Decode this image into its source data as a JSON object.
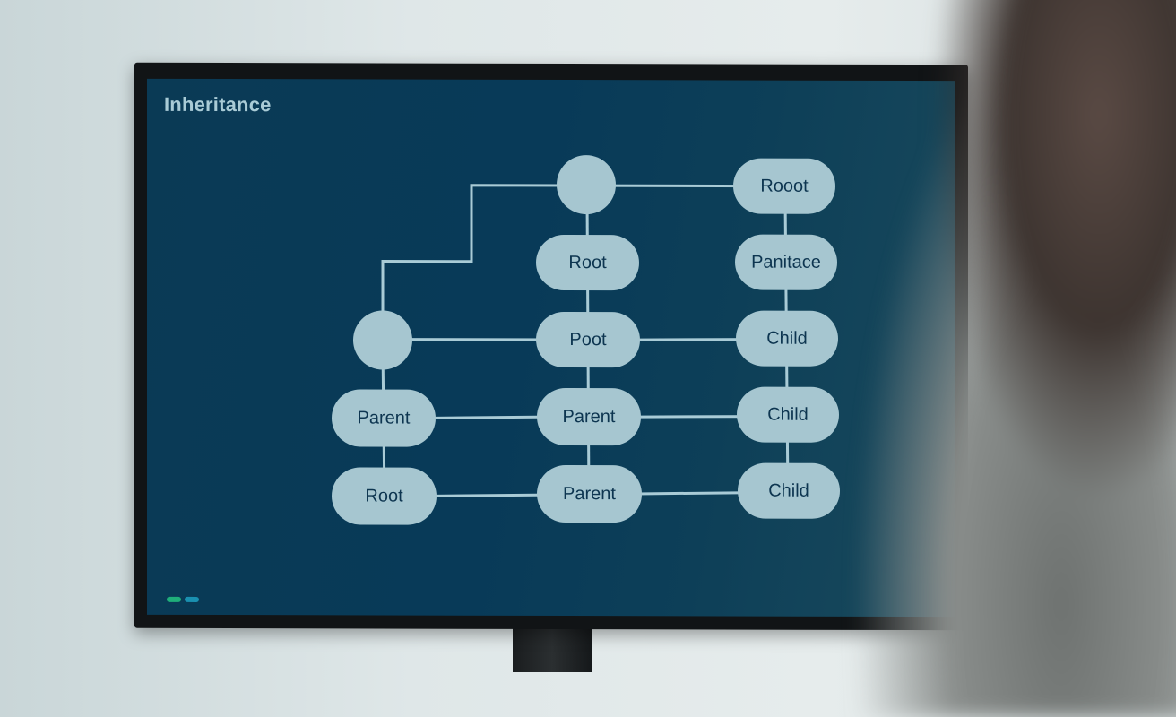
{
  "screen": {
    "title": "Inheritance",
    "colors": {
      "background": "#083a58",
      "node_fill": "#a6c6d0",
      "node_text": "#0d3550",
      "edge": "#a9cbd6",
      "indicator_1": "#1fae7a",
      "indicator_2": "#1a90b0"
    }
  },
  "diagram": {
    "nodes": [
      {
        "id": "n_top_circle",
        "label": "",
        "shape": "circle"
      },
      {
        "id": "n_rooot",
        "label": "Rooot",
        "shape": "pill"
      },
      {
        "id": "n_root_mid",
        "label": "Root",
        "shape": "pill"
      },
      {
        "id": "n_panitace",
        "label": "Panitace",
        "shape": "pill"
      },
      {
        "id": "n_left_circle",
        "label": "",
        "shape": "circle"
      },
      {
        "id": "n_poot",
        "label": "Poot",
        "shape": "pill"
      },
      {
        "id": "n_child_1",
        "label": "Child",
        "shape": "pill"
      },
      {
        "id": "n_parent_left",
        "label": "Parent",
        "shape": "pill"
      },
      {
        "id": "n_parent_mid",
        "label": "Parent",
        "shape": "pill"
      },
      {
        "id": "n_child_2",
        "label": "Child",
        "shape": "pill"
      },
      {
        "id": "n_root_left",
        "label": "Root",
        "shape": "pill"
      },
      {
        "id": "n_parent_bottom",
        "label": "Parent",
        "shape": "pill"
      },
      {
        "id": "n_child_3",
        "label": "Child",
        "shape": "pill"
      }
    ],
    "edges": [
      [
        "n_left_circle",
        "n_top_circle"
      ],
      [
        "n_top_circle",
        "n_rooot"
      ],
      [
        "n_top_circle",
        "n_root_mid"
      ],
      [
        "n_rooot",
        "n_panitace"
      ],
      [
        "n_root_mid",
        "n_poot"
      ],
      [
        "n_panitace",
        "n_child_1"
      ],
      [
        "n_left_circle",
        "n_poot"
      ],
      [
        "n_poot",
        "n_child_1"
      ],
      [
        "n_left_circle",
        "n_parent_left"
      ],
      [
        "n_poot",
        "n_parent_mid"
      ],
      [
        "n_child_1",
        "n_child_2"
      ],
      [
        "n_parent_left",
        "n_parent_mid"
      ],
      [
        "n_parent_mid",
        "n_child_2"
      ],
      [
        "n_parent_left",
        "n_root_left"
      ],
      [
        "n_parent_mid",
        "n_parent_bottom"
      ],
      [
        "n_child_2",
        "n_child_3"
      ],
      [
        "n_root_left",
        "n_parent_bottom"
      ],
      [
        "n_parent_bottom",
        "n_child_3"
      ]
    ]
  },
  "footer": {
    "indicators": [
      "green-indicator",
      "teal-indicator"
    ]
  }
}
